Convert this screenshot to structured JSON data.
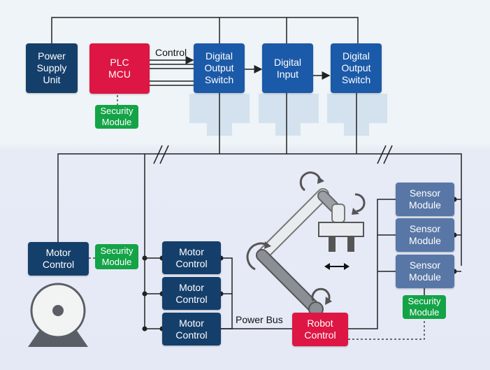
{
  "blocks": {
    "power_supply": "Power\nSupply\nUnit",
    "plc": "PLC\nMCU",
    "security_top": "Security\nModule",
    "dos1": "Digital\nOutput\nSwitch",
    "digital_input": "Digital\nInput",
    "dos2": "Digital\nOutput\nSwitch",
    "motor_control_left": "Motor\nControl",
    "security_left": "Security\nModule",
    "motor_control_1": "Motor\nControl",
    "motor_control_2": "Motor\nControl",
    "motor_control_3": "Motor\nControl",
    "robot_control": "Robot\nControl",
    "sensor_1": "Sensor\nModule",
    "sensor_2": "Sensor\nModule",
    "sensor_3": "Sensor\nModule",
    "security_right": "Security\nModule"
  },
  "labels": {
    "control": "Control",
    "power_bus": "Power Bus"
  },
  "colors": {
    "navy": "#153f6b",
    "blue": "#1b5aa8",
    "red": "#dd1643",
    "green": "#14a347",
    "slate": "#5877a6",
    "wire": "#222222"
  },
  "icons": [
    "motor-icon",
    "robot-arm-icon",
    "gripper-icon",
    "rotation-arrow-icon",
    "double-arrow-icon"
  ]
}
